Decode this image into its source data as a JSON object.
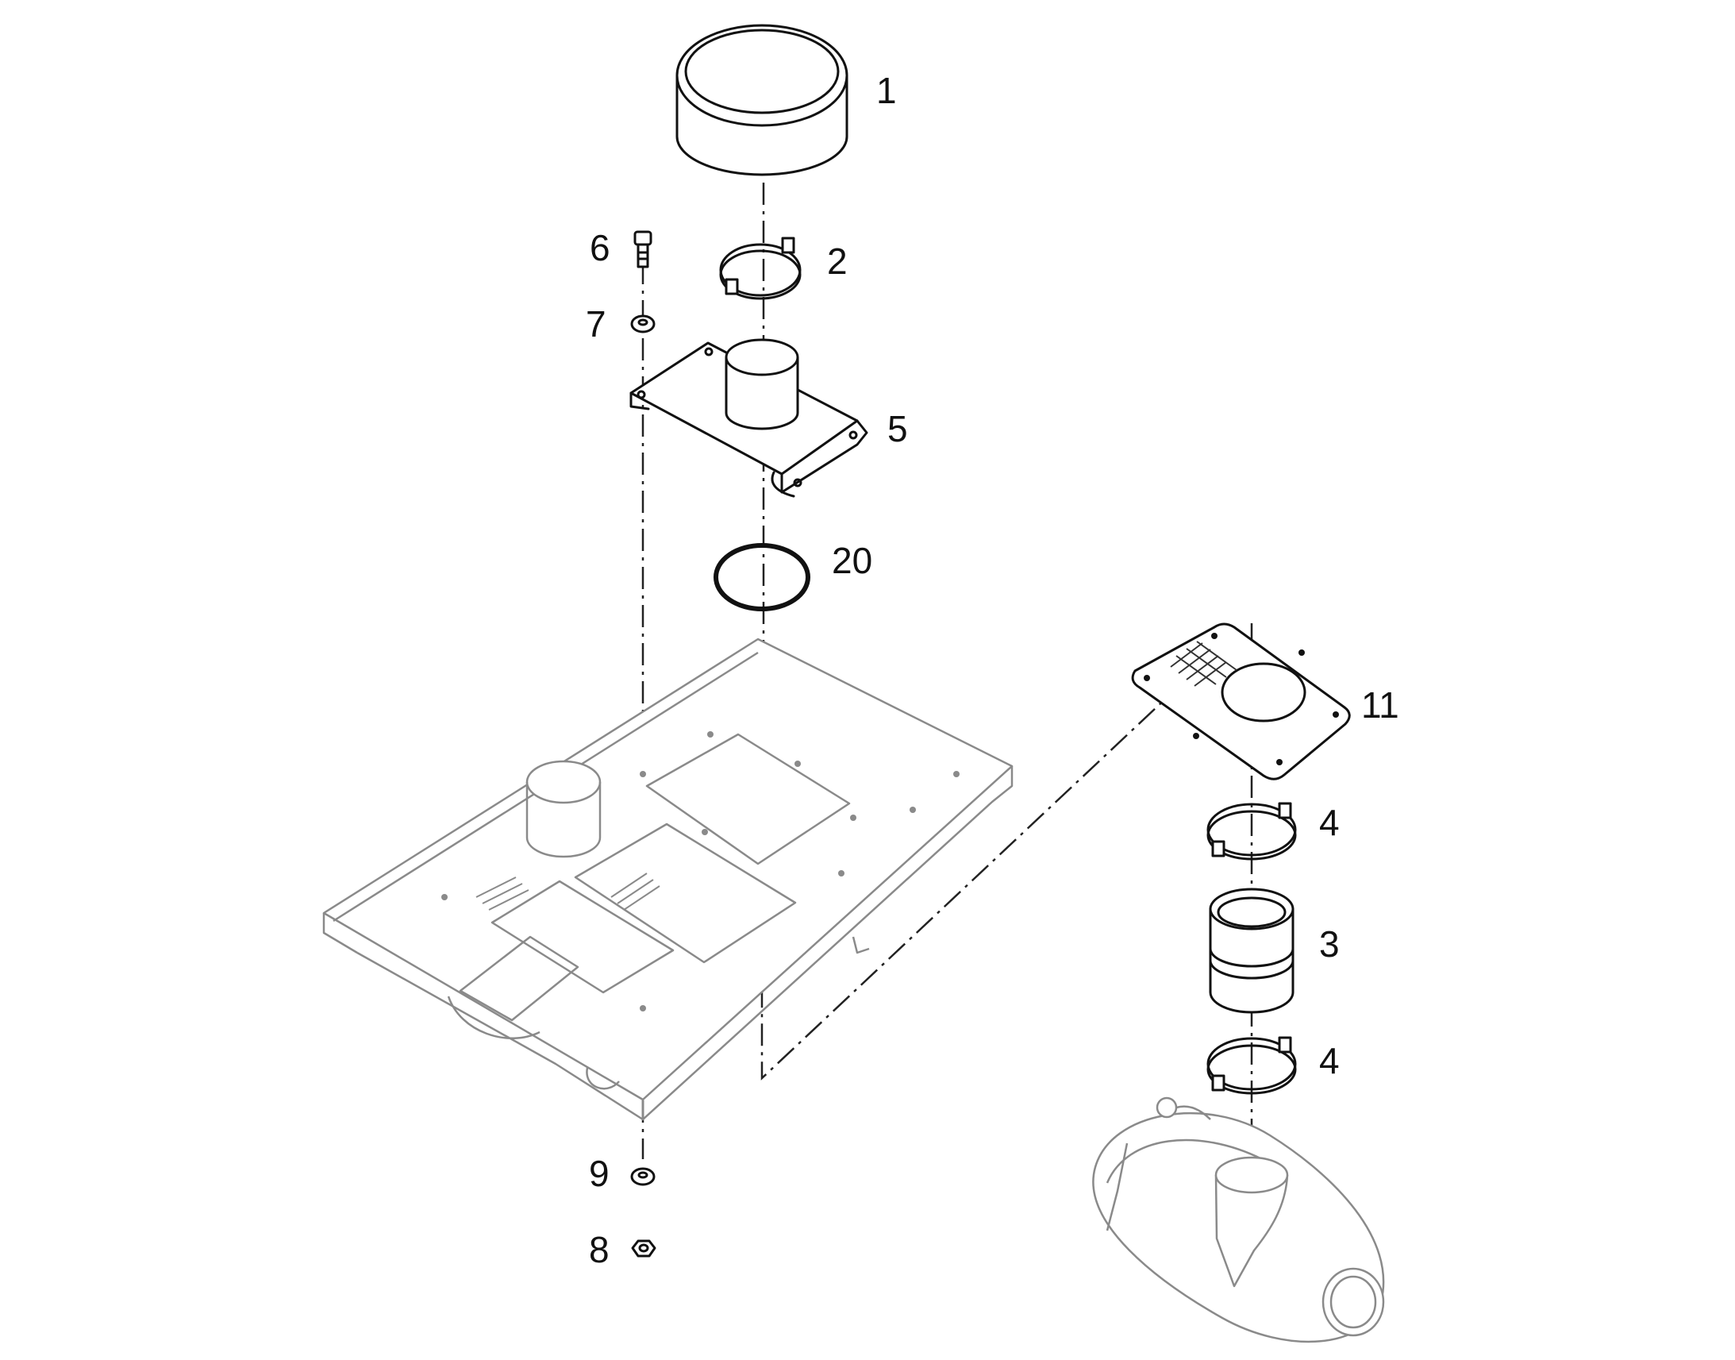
{
  "callouts": {
    "p1": "1",
    "p2": "2",
    "p3": "3",
    "p4a": "4",
    "p4b": "4",
    "p5": "5",
    "p6": "6",
    "p7": "7",
    "p8": "8",
    "p9": "9",
    "p11": "11",
    "p20": "20"
  }
}
